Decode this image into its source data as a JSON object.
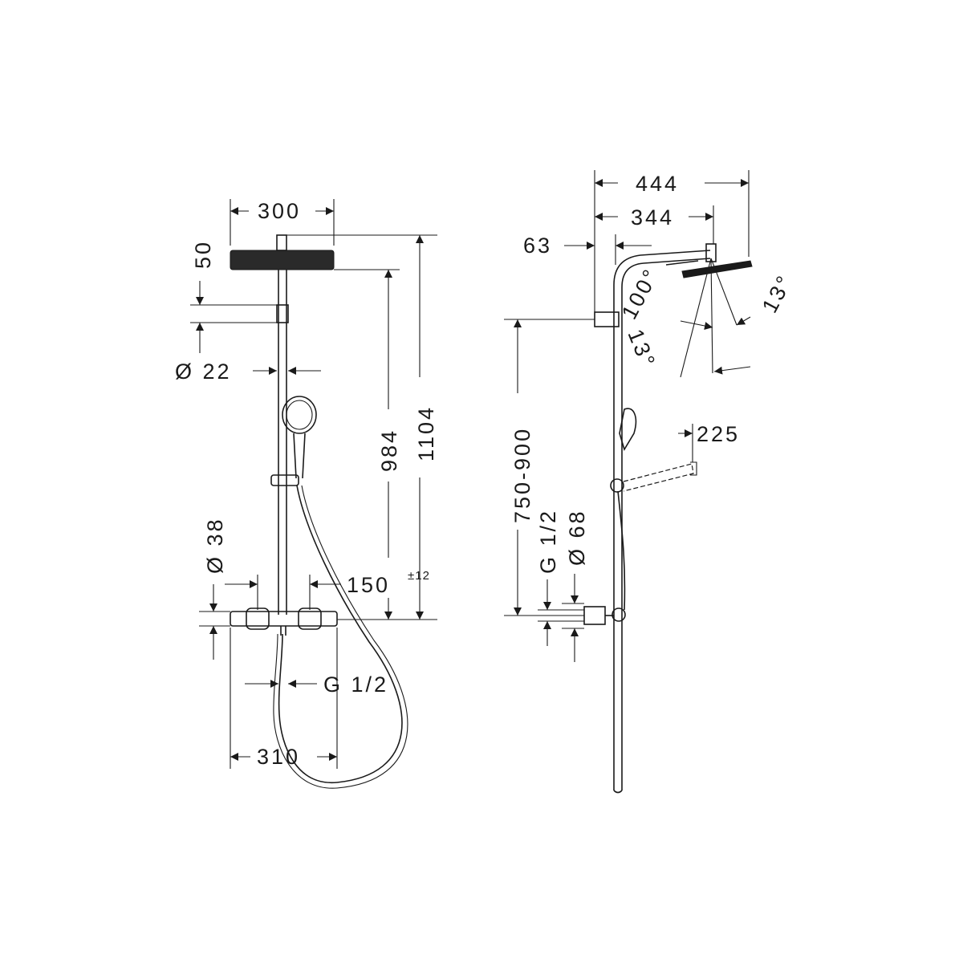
{
  "front_view": {
    "width_head": "300",
    "head_height": "50",
    "rail_diameter": "Ø  22",
    "total_height": "1104",
    "mixer_to_head": "984",
    "mixer_diameter": "Ø  38",
    "connection_spacing": "150",
    "tolerance": "±12",
    "thread": "G  1/2",
    "mixer_width": "310"
  },
  "side_view": {
    "overall_depth": "444",
    "arm_depth": "344",
    "wall_offset": "63",
    "spray_angle": "100°",
    "tilt_angle_upper": "13°",
    "tilt_angle_lower": "13°",
    "adjustable_height": "750-900",
    "thread": "G  1/2",
    "connection_diameter": "Ø  68",
    "handshower_reach": "225"
  }
}
